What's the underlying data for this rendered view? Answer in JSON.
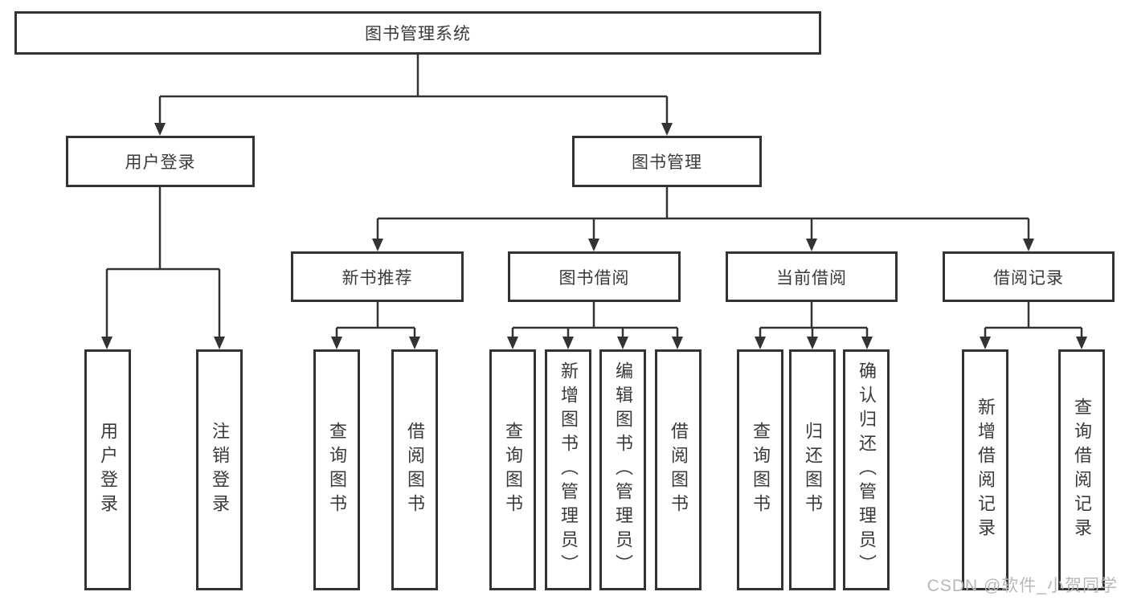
{
  "colors": {
    "line": "#333333",
    "text": "#3a3a3a",
    "watermark": "#b8b8b8",
    "background": "#ffffff"
  },
  "watermark": {
    "text": "CSDN @软件_小贺同学"
  },
  "tree": {
    "root": {
      "label": "图书管理系统",
      "children": [
        {
          "label": "用户登录",
          "children": [
            {
              "label": "用户登录"
            },
            {
              "label": "注销登录"
            }
          ]
        },
        {
          "label": "图书管理",
          "children": [
            {
              "label": "新书推荐",
              "children": [
                {
                  "label": "查询图书"
                },
                {
                  "label": "借阅图书"
                }
              ]
            },
            {
              "label": "图书借阅",
              "children": [
                {
                  "label": "查询图书"
                },
                {
                  "label": "新增图书（管理员）"
                },
                {
                  "label": "编辑图书（管理员）"
                },
                {
                  "label": "借阅图书"
                }
              ]
            },
            {
              "label": "当前借阅",
              "children": [
                {
                  "label": "查询图书"
                },
                {
                  "label": "归还图书"
                },
                {
                  "label": "确认归还（管理员）"
                }
              ]
            },
            {
              "label": "借阅记录",
              "children": [
                {
                  "label": "新增借阅记录"
                },
                {
                  "label": "查询借阅记录"
                }
              ]
            }
          ]
        }
      ]
    }
  }
}
